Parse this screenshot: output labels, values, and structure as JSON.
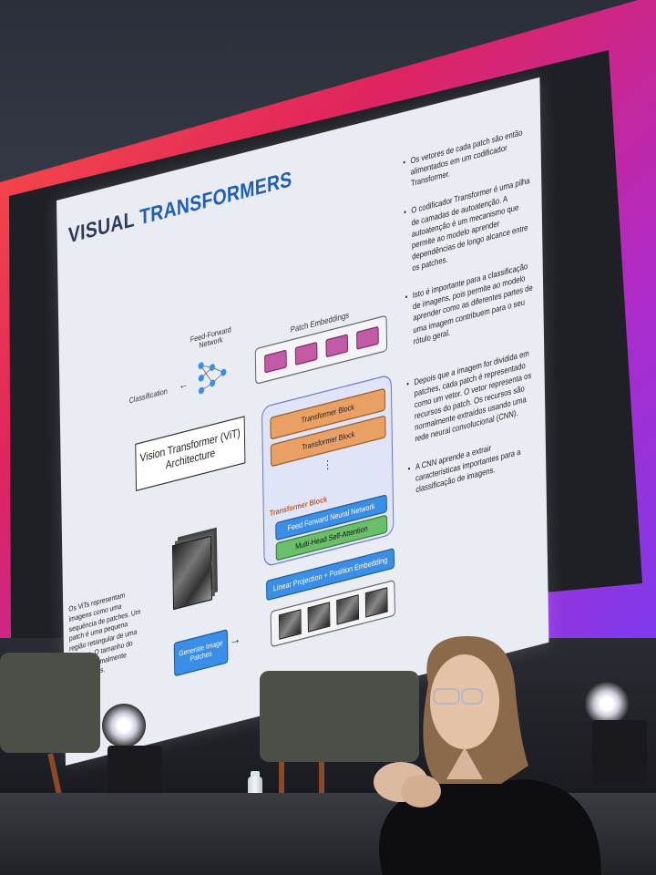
{
  "slide": {
    "title_prefix": "VISUAL ",
    "title_accent": "TRANSFORMERS",
    "diagram": {
      "feed_forward_label": "Feed-Forward Network",
      "patch_embeddings_label": "Patch Embeddings",
      "classification_label": "Classification",
      "vit_box_label": "Vision Transformer (ViT) Architecture",
      "transformer_block_1": "Transformer Block",
      "transformer_block_2": "Transformer Block",
      "transformer_block_label": "Transformer Block",
      "ffnn_label": "Feed Forward Neural Network",
      "mhsa_label": "Multi-Head Self-Attention",
      "linear_projection_label": "Linear Projection + Position Embedding",
      "generate_patches_label": "Generate Image Patches"
    },
    "left_note": "Os ViTs representam imagens como uma sequência de patches. Um patch é uma pequena região retangular de uma imagem. O tamanho do patch é normalmente 16x16 pixels.",
    "bullets": [
      "Os vetores de cada patch são então alimentados em um codificador Transformer.",
      "O codificador Transformer é uma pilha de camadas de autoatenção. A autoatenção é um mecanismo que permite ao modelo aprender dependências de longo alcance entre os patches.",
      "Isto é importante para a classificação de imagens, pois permite ao modelo aprender como as diferentes partes de uma imagem contribuem para o seu rótulo geral.",
      "Depois que a imagem for dividida em patches, cada patch é representado como um vetor. O vetor representa os recursos do patch. Os recursos são normalmente extraídos usando uma rede neural convolucional (CNN).",
      "A CNN aprende a extrair características importantes para a classificação de imagens."
    ]
  },
  "colors": {
    "led_frame": "#e0245e",
    "led_purple": "#7a3cf0",
    "title_accent": "#1f5fb8",
    "transformer_block": "#e9a064",
    "ffnn": "#3a8ee6",
    "mhsa": "#6ac06a",
    "patch_embedding": "#c25aa6"
  }
}
